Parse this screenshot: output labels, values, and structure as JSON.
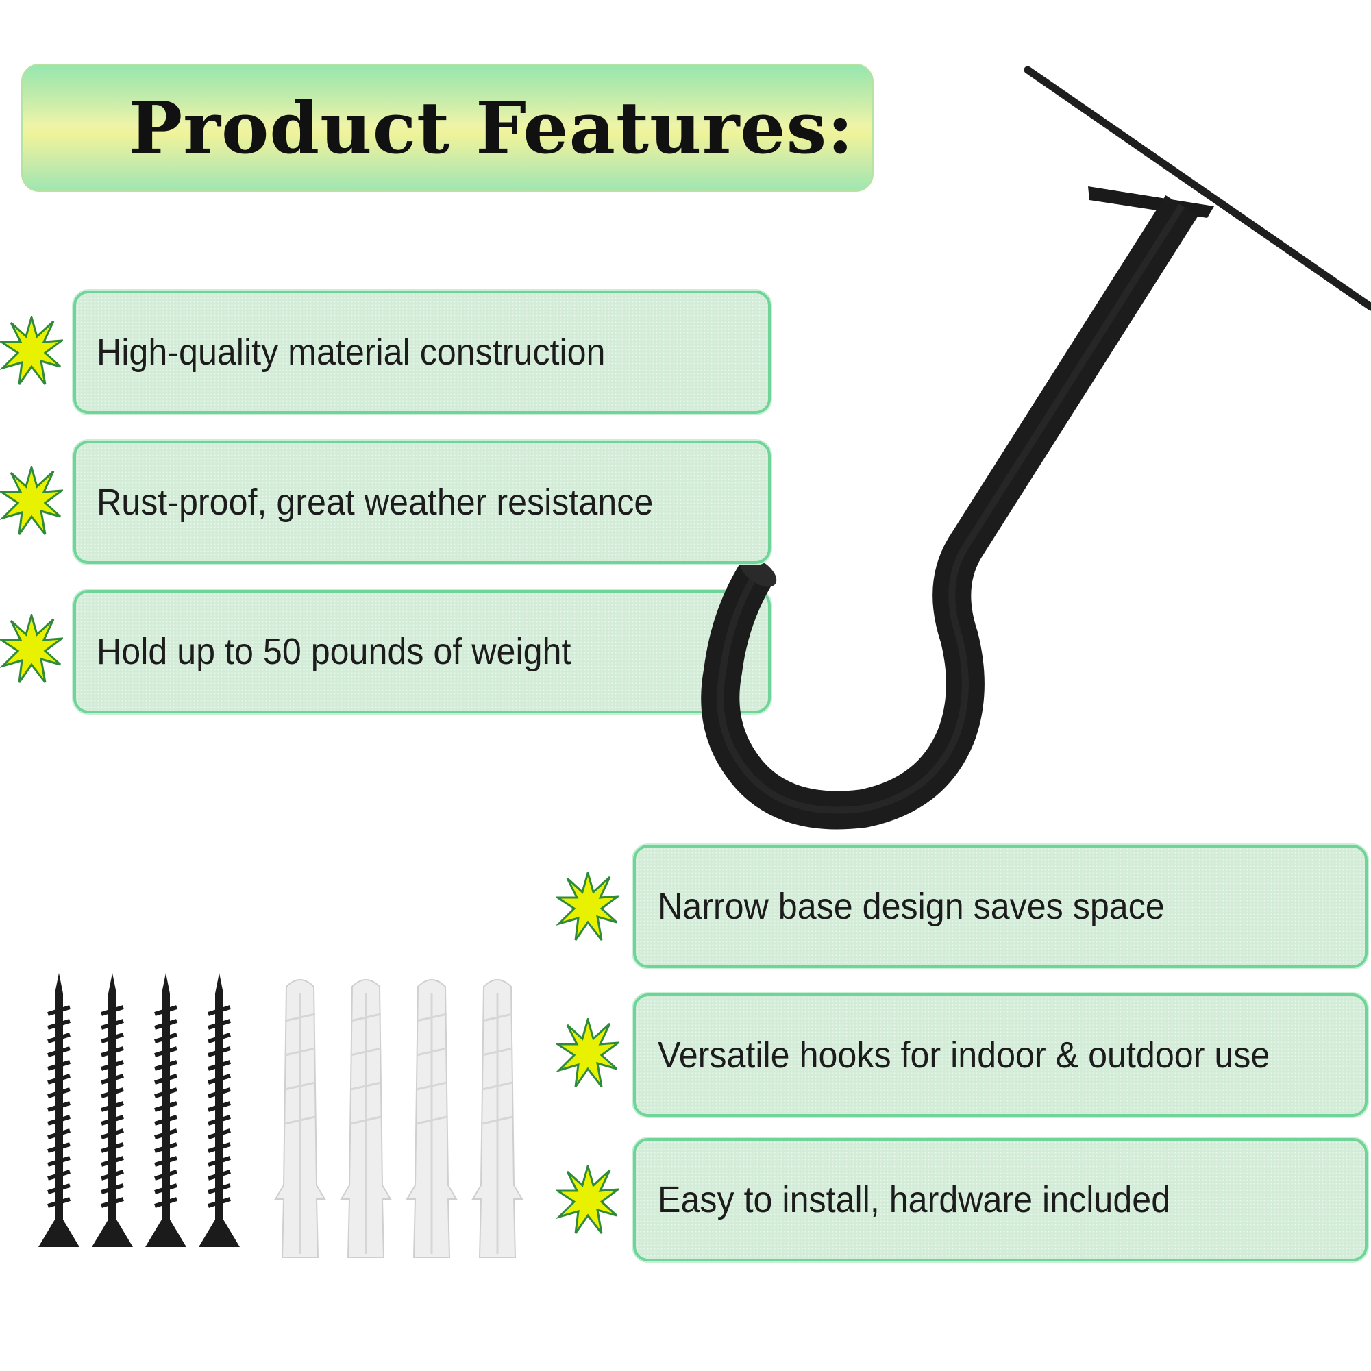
{
  "title": "Product Features:",
  "features_left": [
    {
      "label": "High-quality material construction",
      "icon": "starburst-icon"
    },
    {
      "label": "Rust-proof, great weather resistance",
      "icon": "starburst-icon"
    },
    {
      "label": "Hold up to 50 pounds of weight",
      "icon": "starburst-icon"
    }
  ],
  "features_right": [
    {
      "label": "Narrow base design saves space",
      "icon": "starburst-icon"
    },
    {
      "label": "Versatile hooks for indoor & outdoor use",
      "icon": "starburst-icon"
    },
    {
      "label": "Easy to install, hardware included",
      "icon": "starburst-icon"
    }
  ],
  "colors": {
    "box_border": "#6fd497",
    "box_fill": "#d3ecd7",
    "star_fill": "#e8f200",
    "star_edge": "#2f8a3a",
    "hook": "#1e1e1e",
    "anchor": "#eeeeee"
  }
}
